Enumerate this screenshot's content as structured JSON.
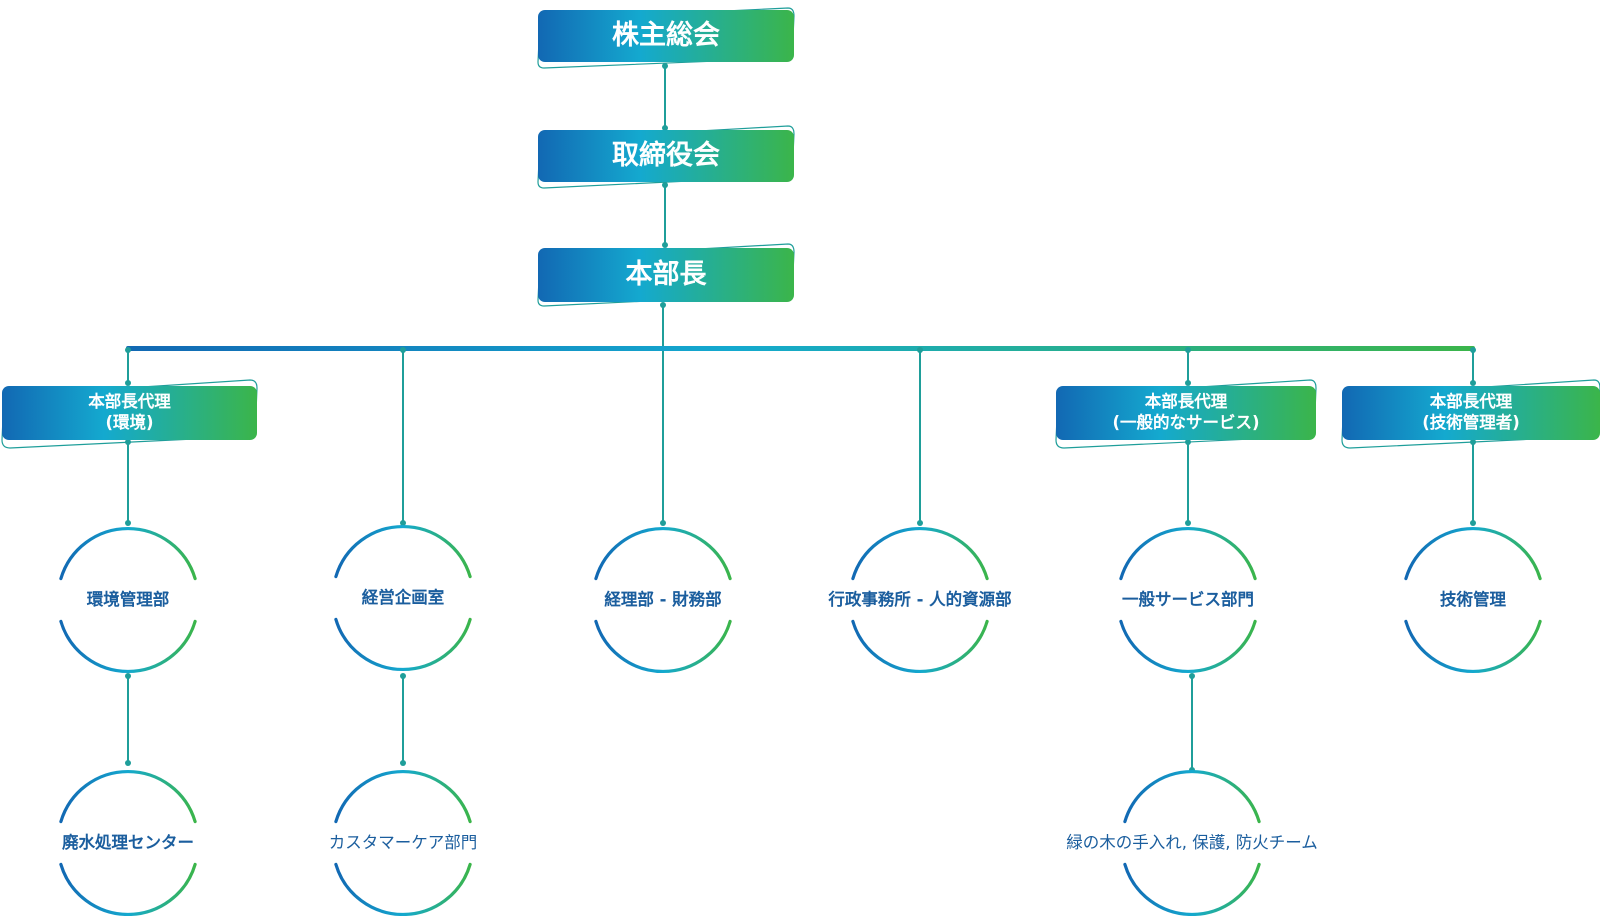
{
  "colors": {
    "gradient_start": "#1268b3",
    "gradient_mid": "#14a9cf",
    "gradient_end": "#3bb54a",
    "line": "#1f9e9a",
    "text": "#1b5e9e"
  },
  "top": {
    "shareholders": "株主総会",
    "board": "取締役会",
    "director": "本部長"
  },
  "deputies": {
    "environment": {
      "line1": "本部長代理",
      "line2": "(環境)"
    },
    "services": {
      "line1": "本部長代理",
      "line2": "(一般的なサービス)"
    },
    "technical": {
      "line1": "本部長代理",
      "line2": "(技術管理者)"
    }
  },
  "departments": {
    "env_mgmt": "環境管理部",
    "planning": "経営企画室",
    "accounting": "経理部 - 財務部",
    "admin": "行政事務所 - 人的資源部",
    "general_services": "一般サービス部門",
    "tech_mgmt": "技術管理"
  },
  "units": {
    "wastewater": "廃水処理センター",
    "customer_care": "カスタマーケア部門",
    "green_team": "緑の木の手入れ, 保護, 防火チーム"
  }
}
